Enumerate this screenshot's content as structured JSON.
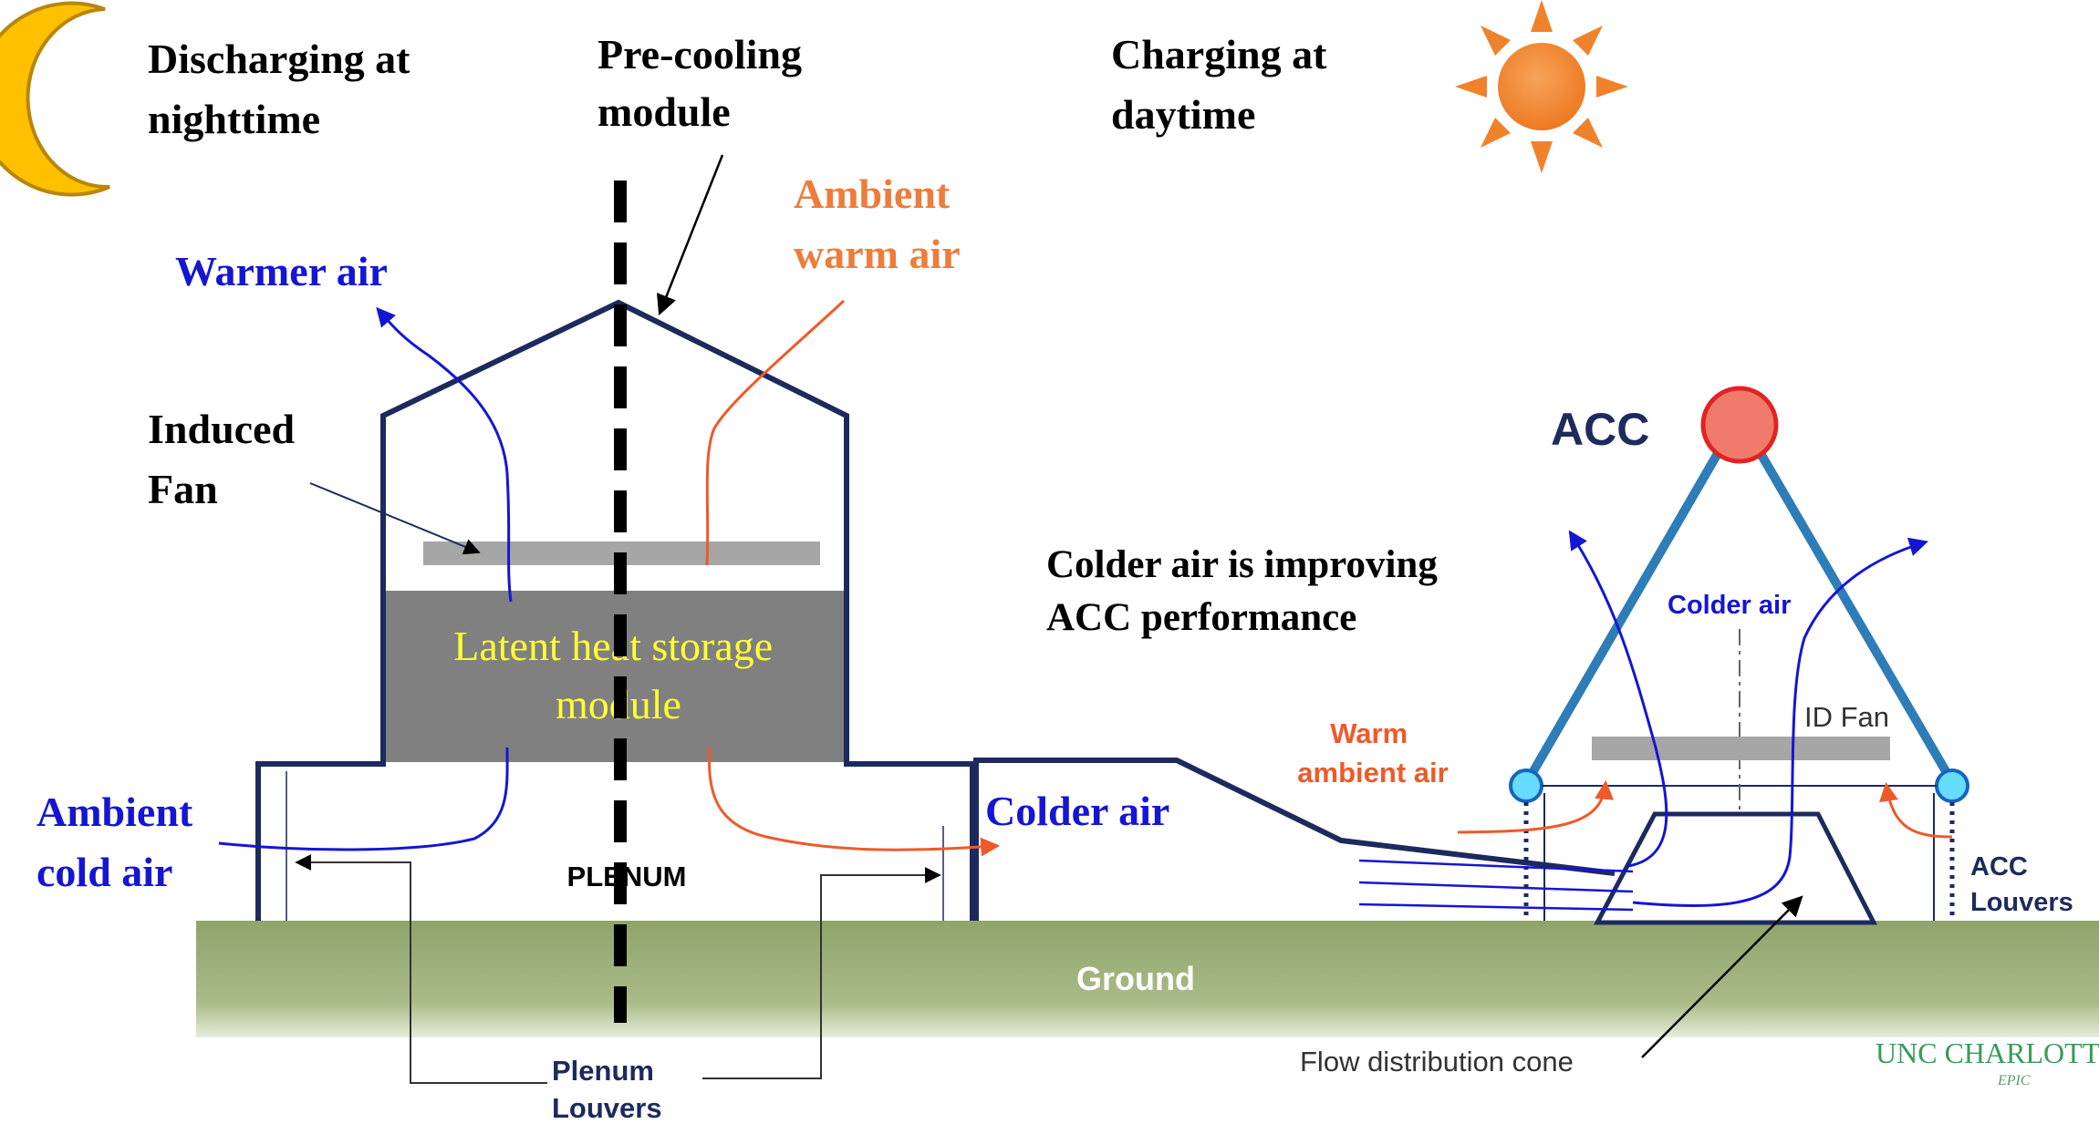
{
  "labels": {
    "discharging_line1": "Discharging at",
    "discharging_line2": "nighttime",
    "precooling_line1": "Pre-cooling",
    "precooling_line2": "module",
    "charging_line1": "Charging at",
    "charging_line2": "daytime",
    "ambient_warm_line1": "Ambient",
    "ambient_warm_line2": "warm air",
    "warmer_air": "Warmer air",
    "induced_fan_line1": "Induced",
    "induced_fan_line2": "Fan",
    "latent_line1": "Latent heat storage",
    "latent_line2": "module",
    "ambient_cold_line1": "Ambient",
    "ambient_cold_line2": "cold air",
    "plenum": "PLENUM",
    "colder_air_left": "Colder air",
    "ground": "Ground",
    "plenum_louvers_line1": "Plenum",
    "plenum_louvers_line2": "Louvers",
    "acc": "ACC",
    "colder_improving_line1": "Colder air is improving",
    "colder_improving_line2": "ACC performance",
    "colder_air_right": "Colder air",
    "id_fan": "ID Fan",
    "warm_ambient_line1": "Warm",
    "warm_ambient_line2": "ambient air",
    "acc_louvers_line1": "ACC",
    "acc_louvers_line2": "Louvers",
    "flow_cone": "Flow distribution cone",
    "unc_line1": "UNC CHARLOTTE",
    "unc_line2": "EPIC"
  },
  "colors": {
    "outline": "#1c2a5e",
    "blue_text": "#1515d4",
    "orange_text": "#ee7c3a",
    "storage_fill": "#808080",
    "fan_bar": "#a6a6a6",
    "ground_fill": "#8fa46b",
    "latent_text": "#ffff33",
    "acc_leg": "#2e7db8",
    "acc_node": "#f07b6a",
    "sun": "#f0822c",
    "moon": "#ffc000"
  },
  "icons": {
    "moon": "crescent-moon-icon",
    "sun": "sun-icon"
  }
}
